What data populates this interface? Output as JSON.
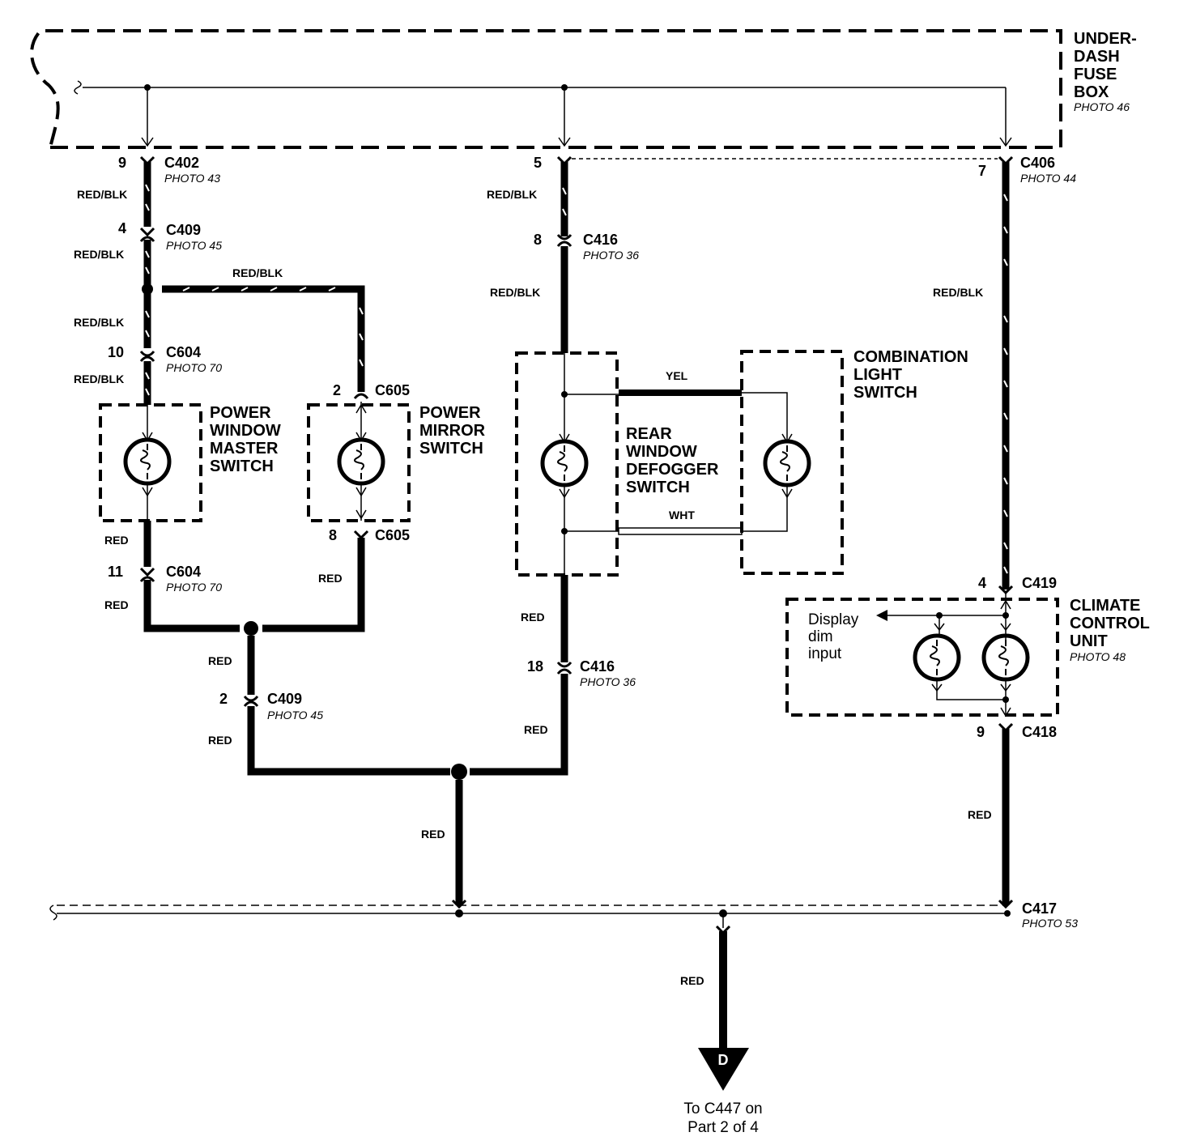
{
  "fuse_box": {
    "line1": "UNDER-",
    "line2": "DASH",
    "line3": "FUSE",
    "line4": "BOX",
    "photo": "PHOTO 46"
  },
  "connectors": {
    "c402": {
      "name": "C402",
      "pin": "9",
      "photo": "PHOTO 43"
    },
    "c409_top": {
      "name": "C409",
      "pin": "4",
      "photo": "PHOTO 45"
    },
    "c604_top": {
      "name": "C604",
      "pin": "10",
      "photo": "PHOTO 70"
    },
    "c605_top": {
      "name": "C605",
      "pin": "2"
    },
    "c605_bot": {
      "name": "C605",
      "pin": "8"
    },
    "c604_bot": {
      "name": "C604",
      "pin": "11",
      "photo": "PHOTO 70"
    },
    "c409_bot": {
      "name": "C409",
      "pin": "2",
      "photo": "PHOTO 45"
    },
    "c416_top": {
      "name": "C416",
      "pin": "8",
      "photo": "PHOTO 36"
    },
    "c416_top_pin5": {
      "pin": "5"
    },
    "c416_bot": {
      "name": "C416",
      "pin": "18",
      "photo": "PHOTO 36"
    },
    "c406": {
      "name": "C406",
      "pin": "7",
      "photo": "PHOTO 44"
    },
    "c419": {
      "name": "C419",
      "pin": "4"
    },
    "c418": {
      "name": "C418",
      "pin": "9"
    },
    "c417": {
      "name": "C417",
      "photo": "PHOTO 53"
    }
  },
  "wires": {
    "redblk": "RED/BLK",
    "red": "RED",
    "yel": "YEL",
    "wht": "WHT"
  },
  "components": {
    "pwm": {
      "line1": "POWER",
      "line2": "WINDOW",
      "line3": "MASTER",
      "line4": "SWITCH"
    },
    "pms": {
      "line1": "POWER",
      "line2": "MIRROR",
      "line3": "SWITCH"
    },
    "rwd": {
      "line1": "REAR",
      "line2": "WINDOW",
      "line3": "DEFOGGER",
      "line4": "SWITCH"
    },
    "cls": {
      "line1": "COMBINATION",
      "line2": "LIGHT",
      "line3": "SWITCH"
    },
    "ccu": {
      "line1": "CLIMATE",
      "line2": "CONTROL",
      "line3": "UNIT",
      "photo": "PHOTO 48",
      "dim1": "Display",
      "dim2": "dim",
      "dim3": "input"
    }
  },
  "ground_ref": {
    "letter": "D",
    "line1": "To C447 on",
    "line2": "Part 2 of 4"
  }
}
